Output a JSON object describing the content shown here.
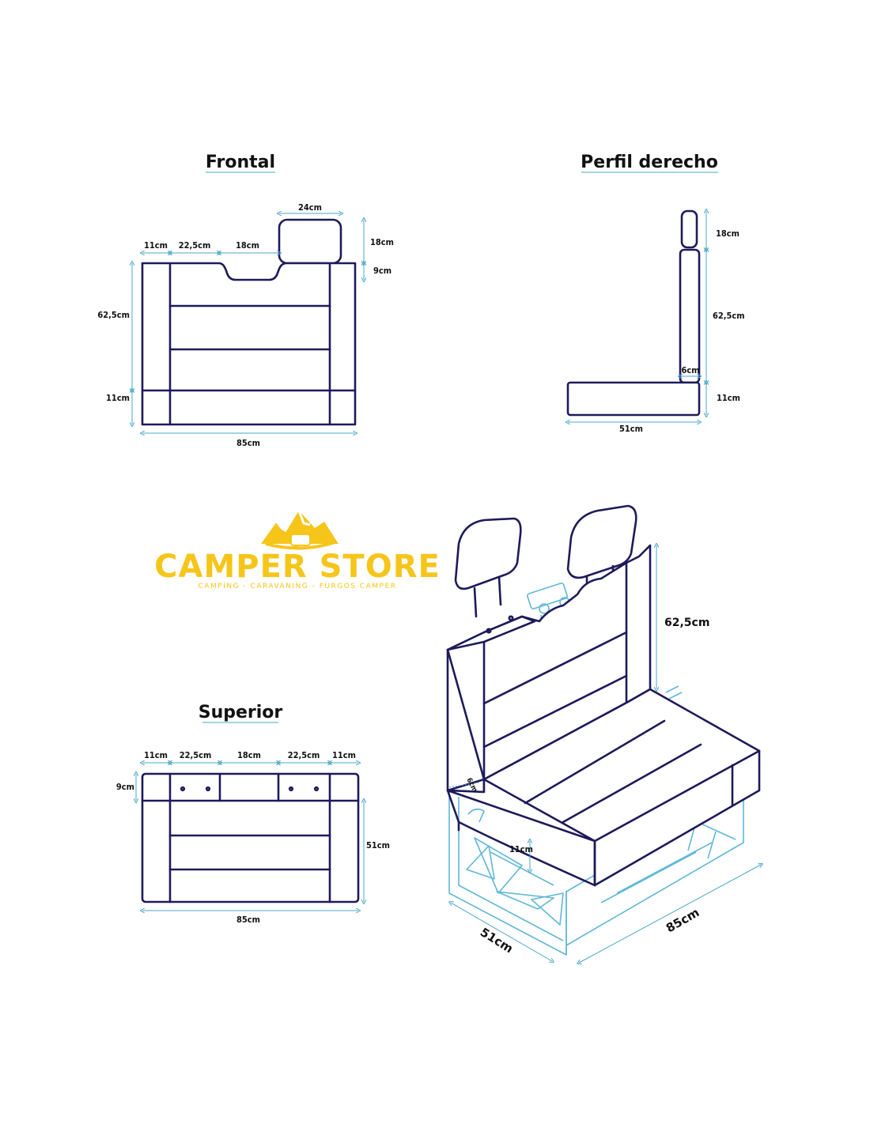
{
  "views": {
    "front": {
      "title": "Frontal",
      "dims": {
        "seg_left": "11cm",
        "seg_mid": "22,5cm",
        "seg_cut": "18cm",
        "headrest_width": "24cm",
        "headrest_height": "18cm",
        "headrest_gap": "9cm",
        "back_height": "62,5cm",
        "seat_height": "11cm",
        "total_width": "85cm"
      }
    },
    "side": {
      "title": "Perfil derecho",
      "dims": {
        "headrest_height": "18cm",
        "back_height": "62,5cm",
        "back_thickness": "6cm",
        "seat_height": "11cm",
        "depth": "51cm"
      }
    },
    "top": {
      "title": "Superior",
      "dims": {
        "seg1": "11cm",
        "seg2": "22,5cm",
        "seg3": "18cm",
        "seg4": "22,5cm",
        "seg5": "11cm",
        "back_depth": "9cm",
        "seat_depth": "51cm",
        "total_width": "85cm"
      }
    },
    "iso": {
      "dims": {
        "back_height": "62,5cm",
        "back_thickness": "6cm",
        "seat_height": "11cm",
        "depth": "51cm",
        "width": "85cm"
      }
    }
  },
  "logo": {
    "name": "CAMPER STORE",
    "tagline": "CAMPING - CARAVANING - FURGOS CAMPER"
  },
  "colors": {
    "outline": "#1e1a5a",
    "dimension": "#4aa9c9",
    "logo": "#f6c51a"
  }
}
